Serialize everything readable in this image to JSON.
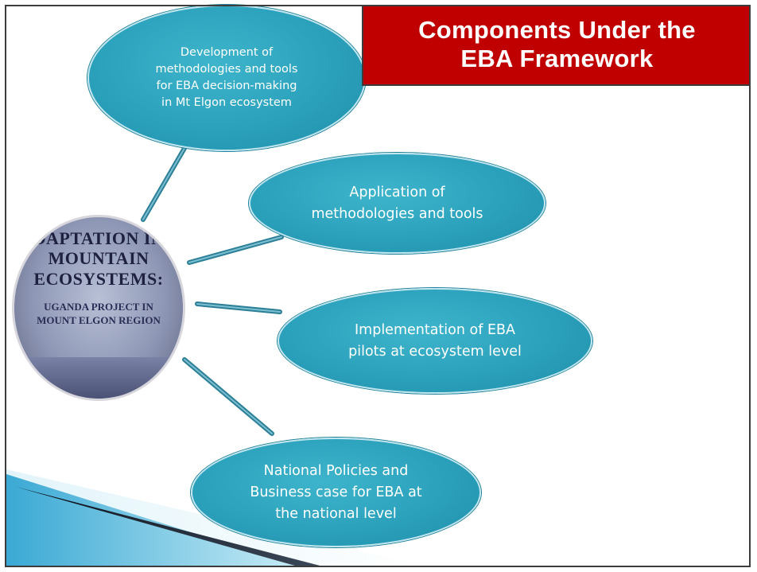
{
  "title": "Components  Under the\nEBA Framework",
  "center_image": {
    "lines": [
      "DAPTATION IN",
      "MOUNTAIN",
      "ECOSYSTEMS:",
      "UGANDA PROJECT IN",
      "MOUNT ELGON REGION"
    ]
  },
  "components": [
    "Development of\nmethodologies and tools\nfor EBA decision-making\nin Mt Elgon ecosystem",
    "Application of\nmethodologies and tools",
    "Implementation of EBA\npilots at ecosystem level",
    "National Policies and\nBusiness case for EBA at\nthe national level"
  ],
  "colors": {
    "title_bg": "#c00000",
    "bubble_fill": "#2a9fba",
    "bubble_border": "#bfe6ef",
    "connector": "#2c7f97",
    "stripe_light": "#5fc3e3",
    "stripe_dark": "#0d1a2e"
  }
}
